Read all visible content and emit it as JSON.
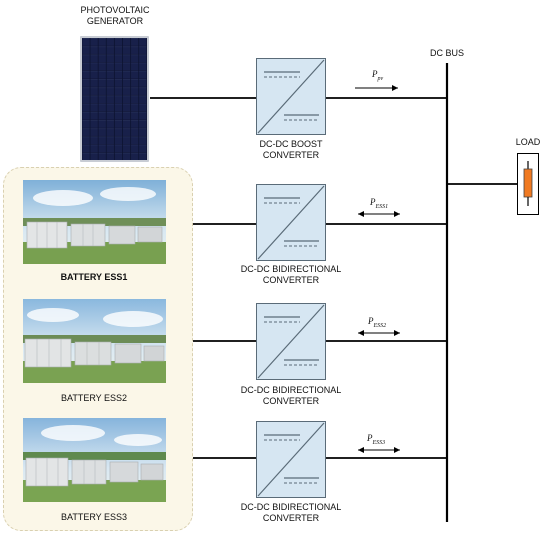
{
  "pv": {
    "title_line1": "PHOTOVOLTAIC",
    "title_line2": "GENERATOR"
  },
  "bus": {
    "label": "DC BUS"
  },
  "load": {
    "label": "LOAD"
  },
  "converters": [
    {
      "line1": "DC-DC BOOST",
      "line2": "CONVERTER"
    },
    {
      "line1": "DC-DC BIDIRECTIONAL",
      "line2": "CONVERTER"
    },
    {
      "line1": "DC-DC BIDIRECTIONAL",
      "line2": "CONVERTER"
    },
    {
      "line1": "DC-DC BIDIRECTIONAL",
      "line2": "CONVERTER"
    }
  ],
  "batteries": [
    {
      "label": "BATTERY ESS1"
    },
    {
      "label": "BATTERY ESS2"
    },
    {
      "label": "BATTERY ESS3"
    }
  ],
  "powers": [
    {
      "symbol": "P",
      "sub": "pv"
    },
    {
      "symbol": "P",
      "sub": "ESS1"
    },
    {
      "symbol": "P",
      "sub": "ESS2"
    },
    {
      "symbol": "P",
      "sub": "ESS3"
    }
  ],
  "colors": {
    "converter_fill": "#d6e6f2",
    "converter_border": "#5a6b78",
    "line": "#000000",
    "load_resistor": "#f07a22",
    "battery_panel": "#fbf7e8"
  },
  "icons": {
    "pv_panel": "solar-panel-icon",
    "converter": "dc-dc-converter-symbol",
    "load": "resistor-icon",
    "battery": "battery-container-photo"
  }
}
